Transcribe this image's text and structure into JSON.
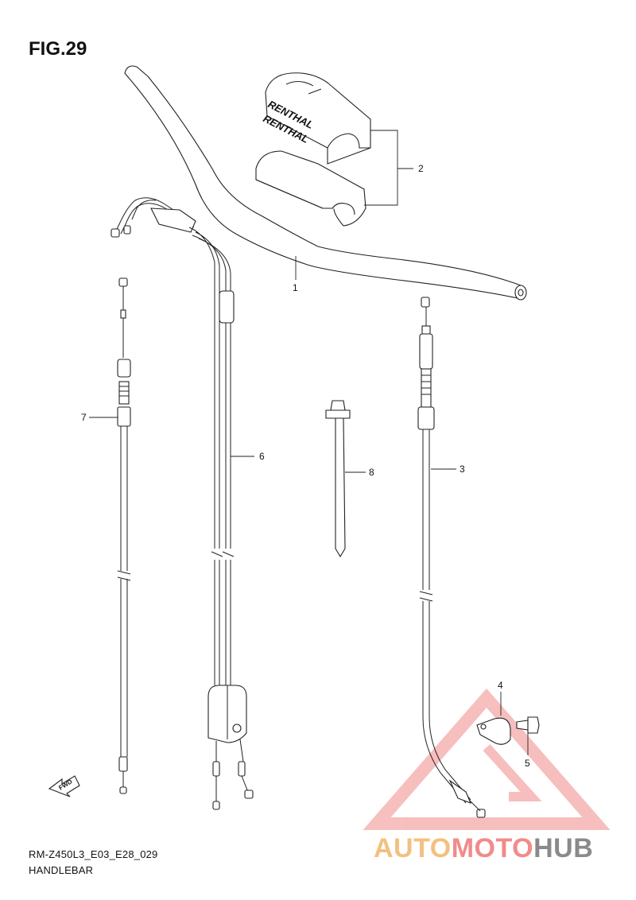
{
  "figure": {
    "title": "FIG.29"
  },
  "footer": {
    "model_code": "RM-Z450L3_E03_E28_029",
    "section_name": "HANDLEBAR"
  },
  "parts": [
    {
      "number": "1",
      "name": "handlebar"
    },
    {
      "number": "2",
      "name": "handlebar-pad"
    },
    {
      "number": "3",
      "name": "clutch-cable"
    },
    {
      "number": "4",
      "name": "cable-clamp"
    },
    {
      "number": "5",
      "name": "clamp-bolt"
    },
    {
      "number": "6",
      "name": "throttle-cable"
    },
    {
      "number": "7",
      "name": "hot-start-cable"
    },
    {
      "number": "8",
      "name": "cable-tie"
    }
  ],
  "pad_brand_text": "RENTHAL",
  "fwd_label": "FWD",
  "watermark": {
    "part1": "AUTO",
    "part2": "MOTO",
    "part3": "HUB"
  },
  "colors": {
    "watermark_orange": "#f3c07f",
    "watermark_red": "#f28a8a",
    "watermark_gray": "#8a8a8a",
    "line": "#222222"
  }
}
